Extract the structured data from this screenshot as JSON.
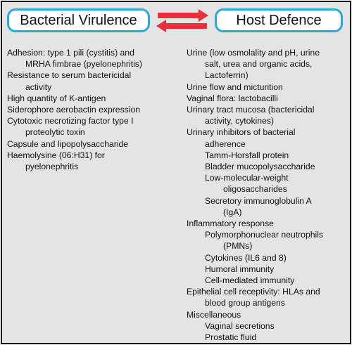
{
  "header": {
    "left_title": "Bacterial Virulence",
    "right_title": "Host Defence",
    "accent_color": "#2aa8d8",
    "arrow_color": "#e8303a",
    "arrows_icon": "bidirectional-arrows"
  },
  "virulence": [
    "Adhesion: type 1 pili (cystitis) and\nMRHA fimbrae (pyelonephritis)",
    "Resistance to serum bactericidal\nactivity",
    "High quantity of K-antigen",
    "Siderophore aerobactin expression",
    "Cytotoxic necrotizing factor type I\nproteolytic toxin",
    "Capsule and lipopolysaccharide",
    "Haemolysine (06:H31) for\npyelonephritis"
  ],
  "defence": {
    "urine": "Urine (low osmolality and pH, urine\nsalt, urea and organic acids,\nLactoferrin)",
    "flow": "Urine flow and micturition",
    "flora": "Vaginal flora: lactobacilli",
    "mucosa": "Urinary tract mucosa (bactericidal\nactivity, cytokines)",
    "inhibitors": "Urinary inhibitors of bacterial\nadherence",
    "inhibitors_sub": [
      "Tamm-Horsfall protein",
      "Bladder mucopolysaccharide",
      "Low-molecular-weight\noligosaccharides",
      "Secretory immunoglobulin A\n(IgA)"
    ],
    "inflammatory": "Inflammatory response",
    "inflammatory_sub": [
      "Polymorphonuclear neutrophils\n(PMNs)",
      "Cytokines (IL6 and 8)",
      "Humoral immunity",
      "Cell-mediated immunity"
    ],
    "epithelial": "Epithelial cell receptivity: HLAs and\nblood group antigens",
    "misc": "Miscellaneous",
    "misc_sub": [
      "Vaginal secretions",
      "Prostatic fluid"
    ]
  }
}
